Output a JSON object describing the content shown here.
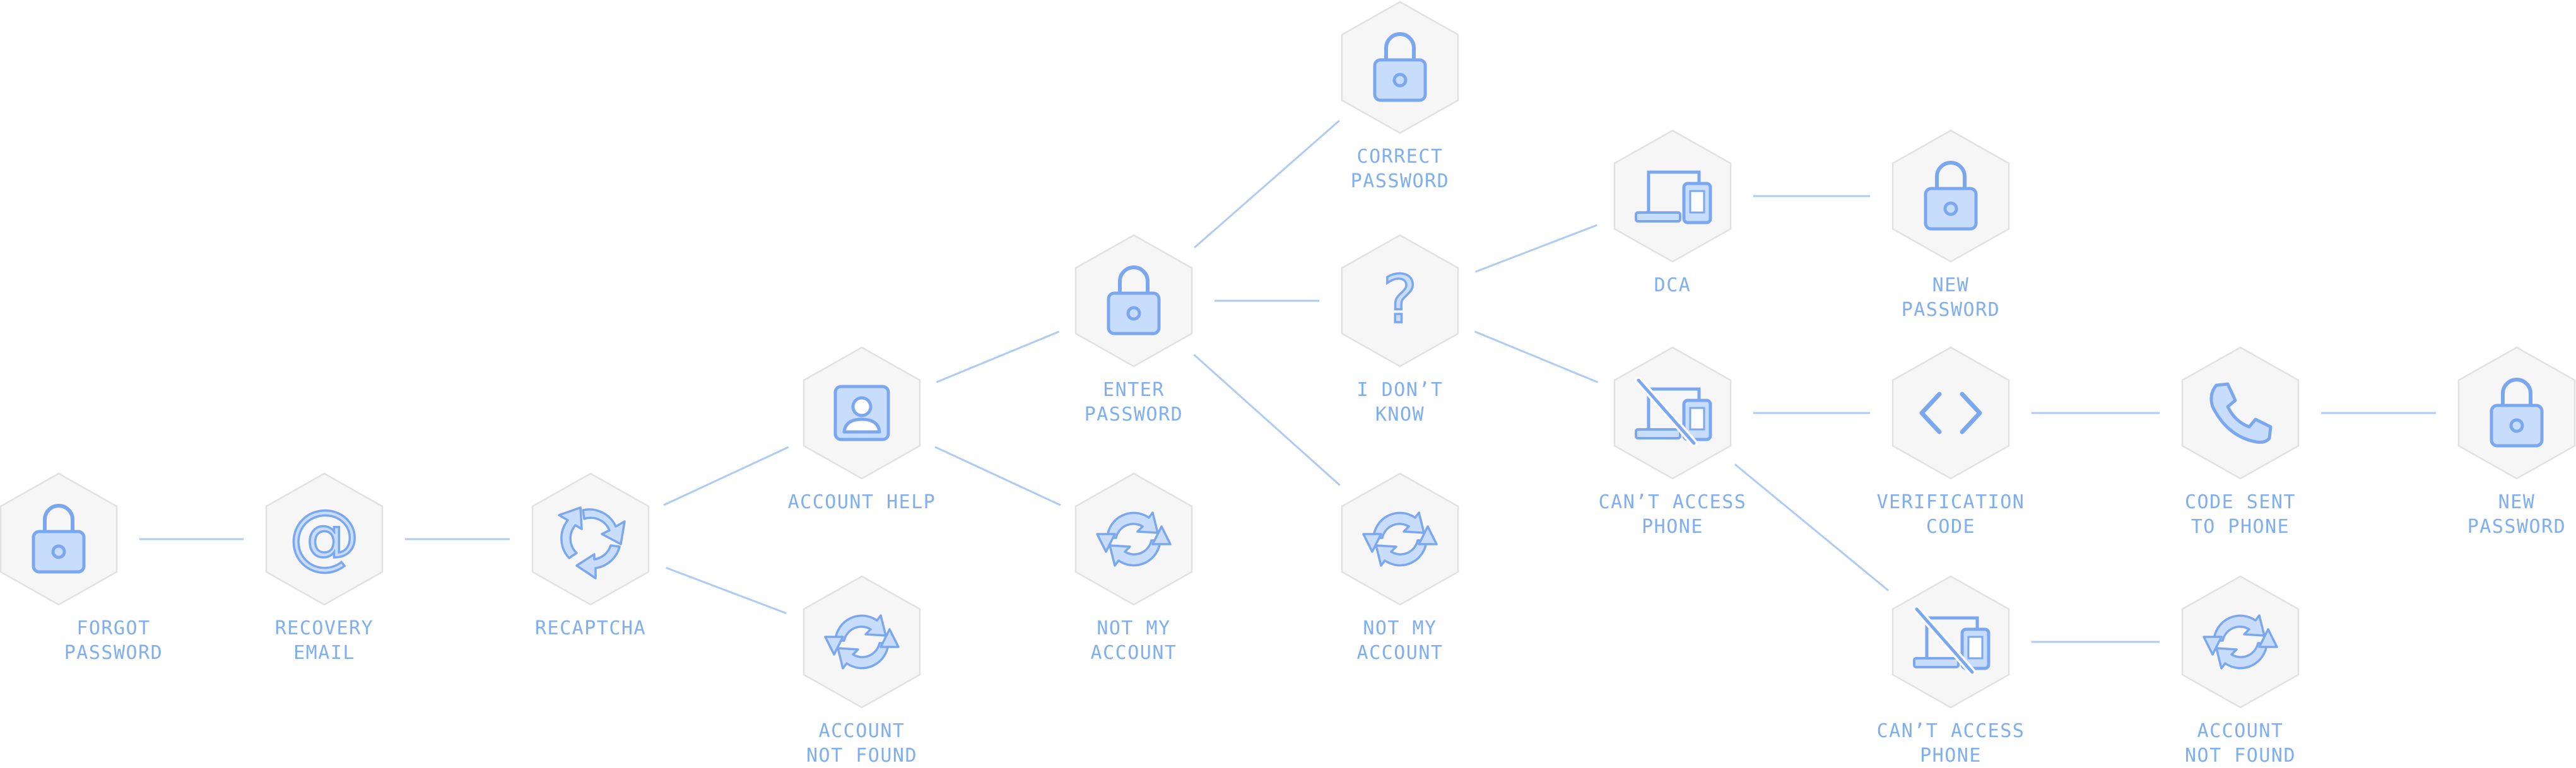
{
  "colors": {
    "hex_fill": "#f6f6f6",
    "hex_stroke": "#e1e1e1",
    "icon_stroke": "#7ba7ee",
    "icon_fill": "#c8dcfb",
    "connector": "#aecbf3",
    "label": "#7faff0"
  },
  "nodes": [
    {
      "id": "forgot-password",
      "label": "FORGOT\nPASSWORD",
      "icon": "lock-icon"
    },
    {
      "id": "recovery-email",
      "label": "RECOVERY\nEMAIL",
      "icon": "at-sign-icon"
    },
    {
      "id": "recaptcha",
      "label": "RECAPTCHA",
      "icon": "recaptcha-icon"
    },
    {
      "id": "account-help",
      "label": "ACCOUNT HELP",
      "icon": "contact-card-icon"
    },
    {
      "id": "account-not-found-1",
      "label": "ACCOUNT\nNOT FOUND",
      "icon": "sync-icon"
    },
    {
      "id": "enter-password",
      "label": "ENTER\nPASSWORD",
      "icon": "lock-icon"
    },
    {
      "id": "not-my-account-1",
      "label": "NOT MY\nACCOUNT",
      "icon": "sync-icon"
    },
    {
      "id": "correct-password",
      "label": "CORRECT\nPASSWORD",
      "icon": "lock-icon"
    },
    {
      "id": "i-dont-know",
      "label": "I DON’T\nKNOW",
      "icon": "question-mark-icon"
    },
    {
      "id": "not-my-account-2",
      "label": "NOT MY\nACCOUNT",
      "icon": "sync-icon"
    },
    {
      "id": "dca",
      "label": "DCA",
      "icon": "devices-icon"
    },
    {
      "id": "cant-access-phone-1",
      "label": "CAN’T ACCESS\nPHONE",
      "icon": "devices-off-icon"
    },
    {
      "id": "new-password-1",
      "label": "NEW\nPASSWORD",
      "icon": "lock-icon"
    },
    {
      "id": "verification-code",
      "label": "VERIFICATION\nCODE",
      "icon": "code-brackets-icon"
    },
    {
      "id": "cant-access-phone-2",
      "label": "CAN’T ACCESS\nPHONE",
      "icon": "devices-off-icon"
    },
    {
      "id": "code-sent-to-phone",
      "label": "CODE SENT\nTO PHONE",
      "icon": "phone-icon"
    },
    {
      "id": "account-not-found-2",
      "label": "ACCOUNT\nNOT FOUND",
      "icon": "sync-icon"
    },
    {
      "id": "new-password-2",
      "label": "NEW\nPASSWORD",
      "icon": "lock-icon"
    }
  ],
  "edges": [
    [
      "forgot-password",
      "recovery-email"
    ],
    [
      "recovery-email",
      "recaptcha"
    ],
    [
      "recaptcha",
      "account-help"
    ],
    [
      "recaptcha",
      "account-not-found-1"
    ],
    [
      "account-help",
      "enter-password"
    ],
    [
      "account-help",
      "not-my-account-1"
    ],
    [
      "enter-password",
      "correct-password"
    ],
    [
      "enter-password",
      "i-dont-know"
    ],
    [
      "enter-password",
      "not-my-account-2"
    ],
    [
      "i-dont-know",
      "dca"
    ],
    [
      "i-dont-know",
      "cant-access-phone-1"
    ],
    [
      "dca",
      "new-password-1"
    ],
    [
      "cant-access-phone-1",
      "verification-code"
    ],
    [
      "cant-access-phone-1",
      "cant-access-phone-2"
    ],
    [
      "verification-code",
      "code-sent-to-phone"
    ],
    [
      "code-sent-to-phone",
      "new-password-2"
    ],
    [
      "cant-access-phone-2",
      "account-not-found-2"
    ]
  ]
}
